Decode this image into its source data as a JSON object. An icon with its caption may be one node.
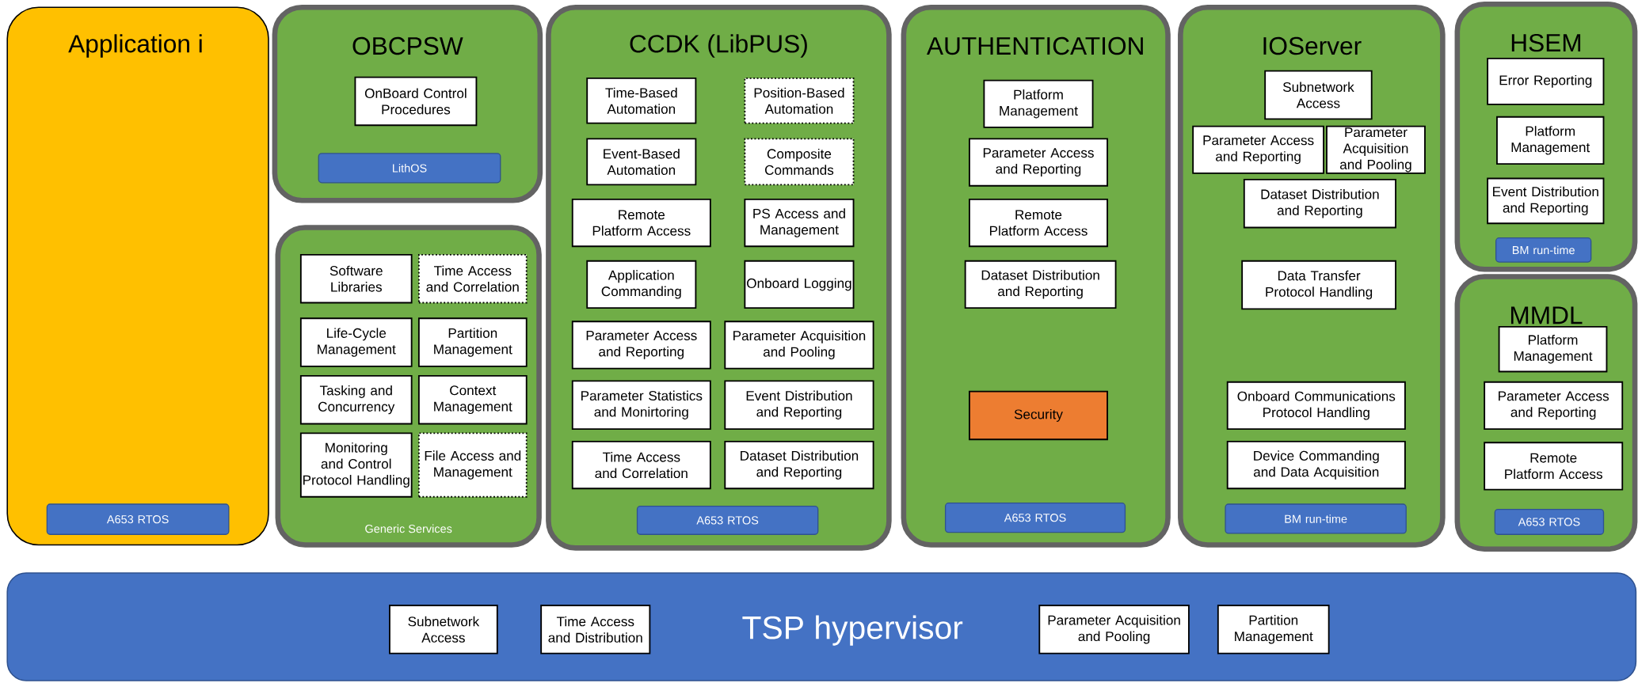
{
  "diagram": {
    "nodes": [
      {
        "text": [
          "Application i"
        ]
      },
      {
        "text": [
          "A653 RTOS"
        ],
        "in": 0
      },
      {
        "text": [
          "OBCPSW"
        ]
      },
      {
        "text": [
          "OnBoard Control Procedures"
        ],
        "in": 2
      },
      {
        "text": [
          "LithOS"
        ],
        "in": 2
      },
      {
        "text": [
          "Generic Services"
        ]
      },
      {
        "text": [
          "Software Libraries"
        ],
        "in": 5
      },
      {
        "text": [
          "Time Access and Correlation"
        ],
        "in": 5
      },
      {
        "text": [
          "Life-Cycle Management"
        ],
        "in": 5
      },
      {
        "text": [
          "Partition Management"
        ],
        "in": 5
      },
      {
        "text": [
          "Tasking and Concurrency"
        ],
        "in": 5
      },
      {
        "text": [
          "Context Management"
        ],
        "in": 5
      },
      {
        "text": [
          "Monitoring and Control Protocol Handling"
        ],
        "in": 5
      },
      {
        "text": [
          "File Access and Management"
        ],
        "in": 5
      },
      {
        "text": [
          "CCDK (LibPUS)"
        ]
      },
      {
        "text": [
          "Time-Based Automation"
        ],
        "in": 14
      },
      {
        "text": [
          "Position-Based Automation"
        ],
        "in": 14
      },
      {
        "text": [
          "Event-Based Automation"
        ],
        "in": 14
      },
      {
        "text": [
          "Composite Commands"
        ],
        "in": 14
      },
      {
        "text": [
          "Remote Platform Access"
        ],
        "in": 14
      },
      {
        "text": [
          "PS Access and Management"
        ],
        "in": 14
      },
      {
        "text": [
          "Application Commanding"
        ],
        "in": 14
      },
      {
        "text": [
          "Onboard Logging"
        ],
        "in": 14
      },
      {
        "text": [
          "Parameter Access and Reporting"
        ],
        "in": 14
      },
      {
        "text": [
          "Parameter Acquisition and Pooling"
        ],
        "in": 14
      },
      {
        "text": [
          "Parameter Statistics and Monirtoring"
        ],
        "in": 14
      },
      {
        "text": [
          "Event Distribution and Reporting"
        ],
        "in": 14
      },
      {
        "text": [
          "Time Access and Correlation"
        ],
        "in": 14
      },
      {
        "text": [
          "Dataset Distribution and Reporting"
        ],
        "in": 14
      },
      {
        "text": [
          "A653 RTOS"
        ],
        "in": 14
      },
      {
        "text": [
          "AUTHENTICATION"
        ]
      },
      {
        "text": [
          "Platform Management"
        ],
        "in": 30
      },
      {
        "text": [
          "Parameter Access and Reporting"
        ],
        "in": 30
      },
      {
        "text": [
          "Remote Platform Access"
        ],
        "in": 30
      },
      {
        "text": [
          "Dataset Distribution and Reporting"
        ],
        "in": 30
      },
      {
        "text": [
          "Security"
        ],
        "in": 30
      },
      {
        "text": [
          "A653 RTOS"
        ],
        "in": 30
      },
      {
        "text": [
          "IOServer"
        ]
      },
      {
        "text": [
          "Subnetwork Access"
        ],
        "in": 37
      },
      {
        "text": [
          "Parameter Access and Reporting"
        ],
        "in": 37
      },
      {
        "text": [
          "Parameter Acquisition and Pooling"
        ],
        "in": 37
      },
      {
        "text": [
          "Dataset Distribution and Reporting"
        ],
        "in": 37
      },
      {
        "text": [
          "Data Transfer Protocol Handling"
        ],
        "in": 37
      },
      {
        "text": [
          "Onboard Communications Protocol Handling"
        ],
        "in": 37
      },
      {
        "text": [
          "Device Commanding and Data Acquisition"
        ],
        "in": 37
      },
      {
        "text": [
          "BM run-time"
        ],
        "in": 37
      },
      {
        "text": [
          "HSEM"
        ]
      },
      {
        "text": [
          "Error Reporting"
        ],
        "in": 46
      },
      {
        "text": [
          "Platform Management"
        ],
        "in": 46
      },
      {
        "text": [
          "Event Distribution and Reporting"
        ],
        "in": 46
      },
      {
        "text": [
          "BM run-time"
        ],
        "in": 46
      },
      {
        "text": [
          "MMDL"
        ]
      },
      {
        "text": [
          "Platform Management"
        ],
        "in": 51
      },
      {
        "text": [
          "Parameter Access and Reporting"
        ],
        "in": 51
      },
      {
        "text": [
          "Remote Platform Access"
        ],
        "in": 51
      },
      {
        "text": [
          "A653 RTOS"
        ],
        "in": 51
      },
      {
        "text": [
          "TSP hypervisor"
        ]
      },
      {
        "text": [
          "Subnetwork Access"
        ],
        "in": 56
      },
      {
        "text": [
          "Time Access and Distribution"
        ],
        "in": 56
      },
      {
        "text": [
          "Parameter Acquisition and Pooling"
        ],
        "in": 56
      },
      {
        "text": [
          "Partition Management"
        ],
        "in": 56
      }
    ]
  }
}
